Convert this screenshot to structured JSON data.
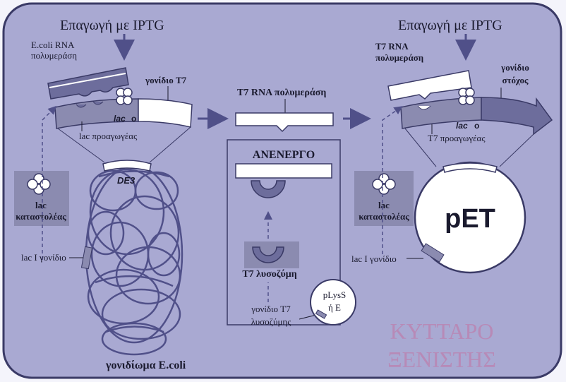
{
  "colors": {
    "cell_fill": "#a9a9d2",
    "cell_border": "#3a3a66",
    "dark_block": "#6d6d9c",
    "gene_gray": "#8b8bb0",
    "white": "#ffffff",
    "title_pink": "#b78ab7",
    "arrow_blue": "#505089"
  },
  "left": {
    "iptg": "Επαγωγή με IPTG",
    "ecoli_rnap_line1": "E.coli RNA",
    "ecoli_rnap_line2": "πολυμεράση",
    "t7_gene": "γονίδιο T7",
    "lac_o_italic": "lac",
    "lac_o_letter": "o",
    "lac_promoter": "lac προαγωγέας",
    "de3": "DE3",
    "repressor_line1": "lac",
    "repressor_line2": "καταστολέας",
    "laci_gene": "lac I γονίδιο",
    "genome": "γονιδίωμα E.coli"
  },
  "middle": {
    "t7_rnap": "T7 RNA πολυμεράση",
    "inactive": "ΑΝΕΝΕΡΓΟ",
    "lysozyme": "T7 λυσοζύμη",
    "lysozyme_gene_line1": "γονίδιο T7",
    "lysozyme_gene_line2": "λυσοζύμης",
    "plyss_line1": "pLysS",
    "plyss_line2": "ή E"
  },
  "right": {
    "iptg": "Επαγωγή με IPTG",
    "t7_rnap_line1": "T7 RNA",
    "t7_rnap_line2": "πολυμεράση",
    "target_gene_line1": "γονίδιο",
    "target_gene_line2": "στόχος",
    "lac_o_italic": "lac",
    "lac_o_letter": "o",
    "t7_promoter": "T7 προαγωγέας",
    "repressor_line1": "lac",
    "repressor_line2": "καταστολέας",
    "laci_gene": "lac I γονίδιο",
    "pet": "pET"
  },
  "cell_label": {
    "line1": "ΚΥΤΤΑΡΟ",
    "line2": "ΞΕΝΙΣΤΗΣ"
  }
}
